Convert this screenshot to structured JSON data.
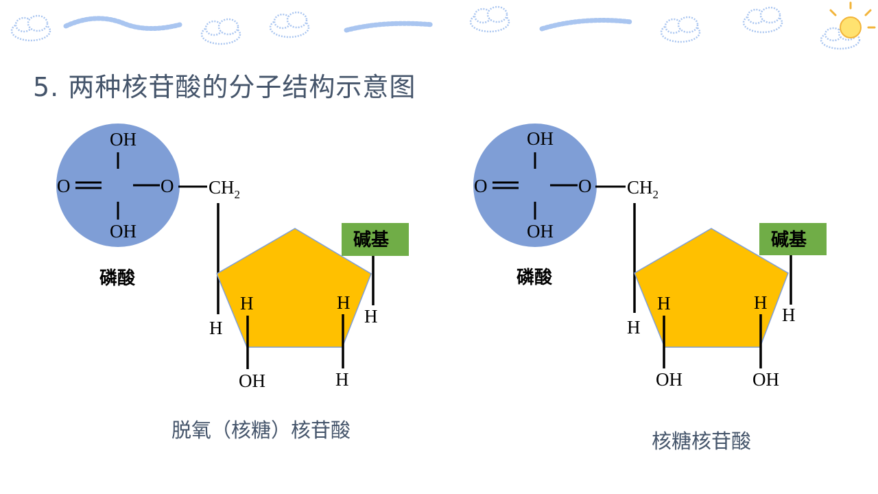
{
  "title": "5. 两种核苷酸的分子结构示意图",
  "left": {
    "phosphate_label": "磷酸",
    "base_label": "碱基",
    "atoms": {
      "oh_top": "OH",
      "o_left": "O",
      "o_right": "O",
      "oh_bottom": "OH",
      "ch2": "CH",
      "ch2_sub": "2",
      "h_c1": "H",
      "h_base": "H",
      "h_c3_top": "H",
      "oh_c3": "OH",
      "h_c2_top": "H",
      "c2_bottom": "H"
    },
    "caption": "脱氧（核糖）核苷酸"
  },
  "right": {
    "phosphate_label": "磷酸",
    "base_label": "碱基",
    "atoms": {
      "oh_top": "OH",
      "o_left": "O",
      "o_right": "O",
      "oh_bottom": "OH",
      "ch2": "CH",
      "ch2_sub": "2",
      "h_c1": "H",
      "h_base": "H",
      "h_c3_top": "H",
      "oh_c3": "OH",
      "h_c2_top": "H",
      "c2_bottom": "OH"
    },
    "caption": "核糖核苷酸"
  },
  "colors": {
    "phosphate": "#7f9ed6",
    "sugar": "#ffc000",
    "base": "#70ad47",
    "title": "#44546a",
    "cloud": "#a9c5f0"
  }
}
